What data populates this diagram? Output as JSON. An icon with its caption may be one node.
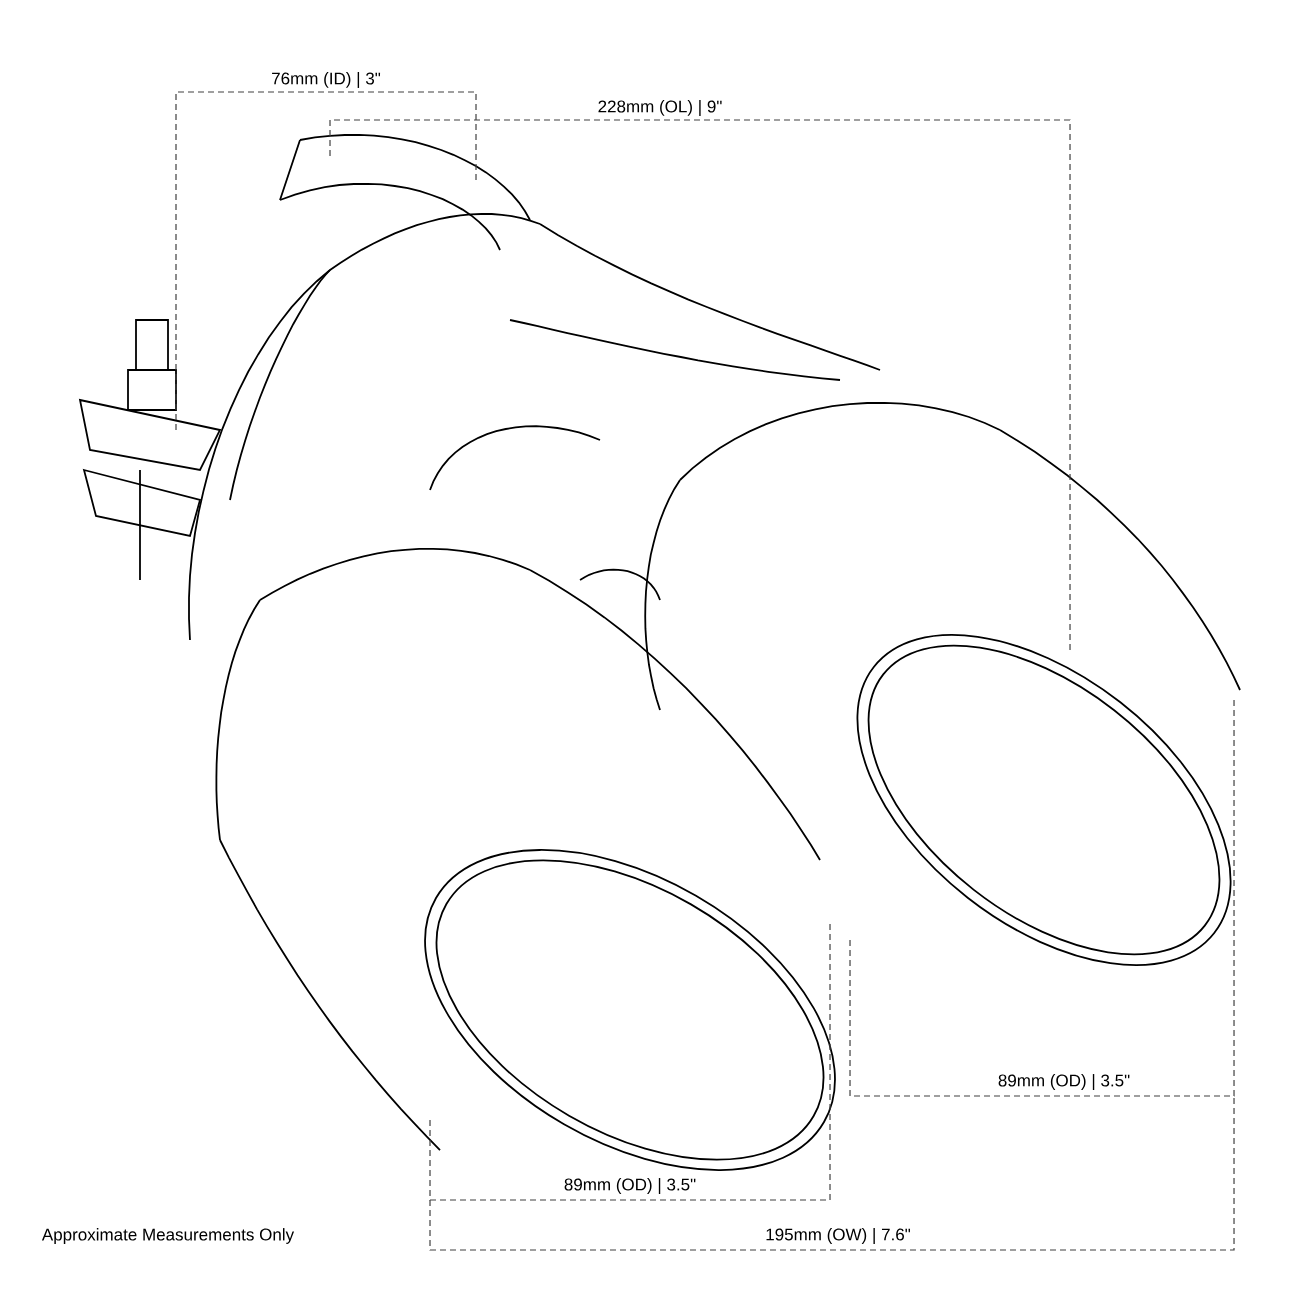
{
  "diagram": {
    "labels": [
      "76mm (ID) | 3\"",
      "228mm (OL) | 9\"",
      "89mm (OD) | 3.5\"",
      "89mm (OD) | 3.5\"",
      "Approximate Measurements Only",
      "195mm (OW) | 7.6\""
    ]
  }
}
